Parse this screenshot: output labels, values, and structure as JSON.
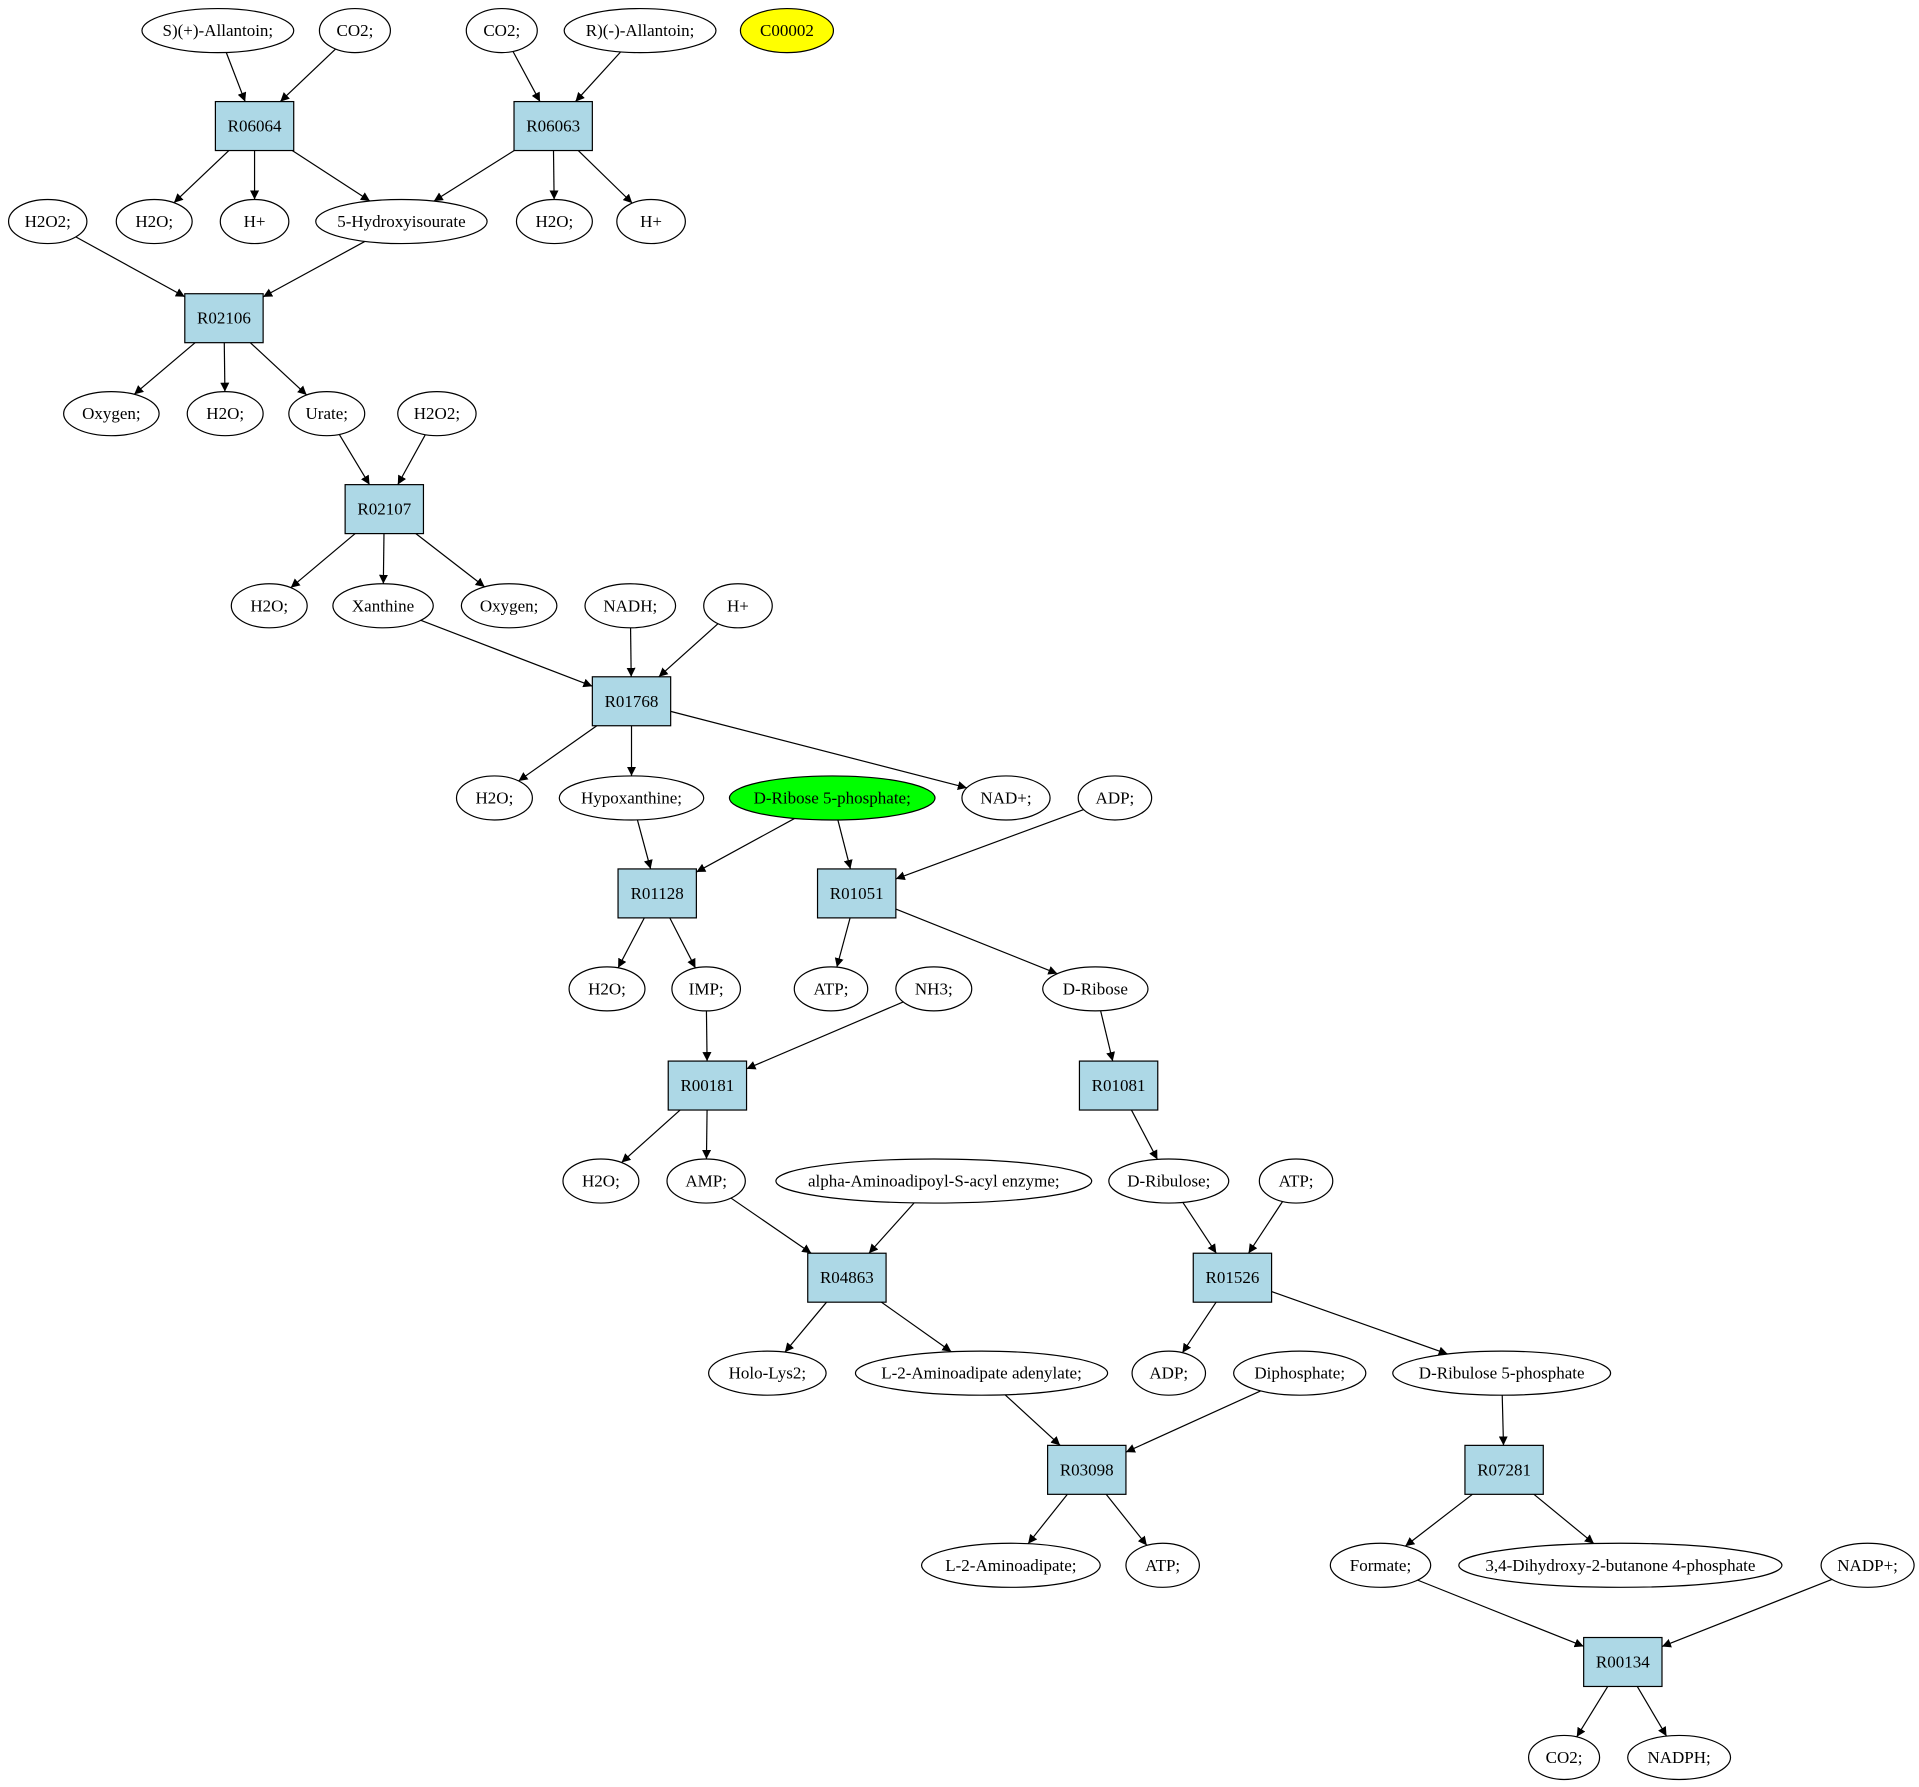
{
  "colors": {
    "reaction_fill": "#add8e6",
    "compound_fill": "#ffffff",
    "highlight_green": "#00ff00",
    "highlight_yellow": "#ffff00",
    "stroke": "#000000"
  },
  "reactions": [
    {
      "id": "R06064",
      "label": "R06064"
    },
    {
      "id": "R06063",
      "label": "R06063"
    },
    {
      "id": "R02106",
      "label": "R02106"
    },
    {
      "id": "R02107",
      "label": "R02107"
    },
    {
      "id": "R01768",
      "label": "R01768"
    },
    {
      "id": "R01128",
      "label": "R01128"
    },
    {
      "id": "R01051",
      "label": "R01051"
    },
    {
      "id": "R00181",
      "label": "R00181"
    },
    {
      "id": "R01081",
      "label": "R01081"
    },
    {
      "id": "R04863",
      "label": "R04863"
    },
    {
      "id": "R01526",
      "label": "R01526"
    },
    {
      "id": "R03098",
      "label": "R03098"
    },
    {
      "id": "R07281",
      "label": "R07281"
    },
    {
      "id": "R00134",
      "label": "R00134"
    }
  ],
  "compounds": [
    {
      "id": "s_allantoin",
      "label": "S)(+)-Allantoin;"
    },
    {
      "id": "co2_a",
      "label": "CO2;"
    },
    {
      "id": "co2_b",
      "label": "CO2;"
    },
    {
      "id": "r_allantoin",
      "label": "R)(-)-Allantoin;"
    },
    {
      "id": "c00002",
      "label": "C00002",
      "fill": "yellow"
    },
    {
      "id": "h2o2_a",
      "label": "H2O2;"
    },
    {
      "id": "h2o_a",
      "label": "H2O;"
    },
    {
      "id": "hplus_a",
      "label": "H+"
    },
    {
      "id": "hydroxyisourate",
      "label": "5-Hydroxyisourate"
    },
    {
      "id": "h2o_b",
      "label": "H2O;"
    },
    {
      "id": "hplus_b",
      "label": "H+"
    },
    {
      "id": "oxygen_a",
      "label": "Oxygen;"
    },
    {
      "id": "h2o_c",
      "label": "H2O;"
    },
    {
      "id": "urate",
      "label": "Urate;"
    },
    {
      "id": "h2o2_b",
      "label": "H2O2;"
    },
    {
      "id": "h2o_d",
      "label": "H2O;"
    },
    {
      "id": "xanthine",
      "label": "Xanthine"
    },
    {
      "id": "oxygen_b",
      "label": "Oxygen;"
    },
    {
      "id": "nadh",
      "label": "NADH;"
    },
    {
      "id": "hplus_c",
      "label": "H+"
    },
    {
      "id": "h2o_e",
      "label": "H2O;"
    },
    {
      "id": "hypoxanthine",
      "label": "Hypoxanthine;"
    },
    {
      "id": "ribose5p",
      "label": "D-Ribose 5-phosphate;",
      "fill": "green"
    },
    {
      "id": "nadplus",
      "label": "NAD+;"
    },
    {
      "id": "adp_a",
      "label": "ADP;"
    },
    {
      "id": "h2o_f",
      "label": "H2O;"
    },
    {
      "id": "imp",
      "label": "IMP;"
    },
    {
      "id": "atp_a",
      "label": "ATP;"
    },
    {
      "id": "nh3",
      "label": "NH3;"
    },
    {
      "id": "dribose",
      "label": "D-Ribose"
    },
    {
      "id": "h2o_g",
      "label": "H2O;"
    },
    {
      "id": "amp",
      "label": "AMP;"
    },
    {
      "id": "aminoadipoyl",
      "label": "alpha-Aminoadipoyl-S-acyl enzyme;"
    },
    {
      "id": "dribulose",
      "label": "D-Ribulose;"
    },
    {
      "id": "atp_b",
      "label": "ATP;"
    },
    {
      "id": "hololys2",
      "label": "Holo-Lys2;"
    },
    {
      "id": "aminoadipate_adenylate",
      "label": "L-2-Aminoadipate adenylate;"
    },
    {
      "id": "adp_b",
      "label": "ADP;"
    },
    {
      "id": "diphosphate",
      "label": "Diphosphate;"
    },
    {
      "id": "dribulose5p",
      "label": "D-Ribulose 5-phosphate"
    },
    {
      "id": "aminoadipate",
      "label": "L-2-Aminoadipate;"
    },
    {
      "id": "atp_c",
      "label": "ATP;"
    },
    {
      "id": "formate",
      "label": "Formate;"
    },
    {
      "id": "butanone",
      "label": "3,4-Dihydroxy-2-butanone 4-phosphate"
    },
    {
      "id": "nadpplus",
      "label": "NADP+;"
    },
    {
      "id": "co2_c",
      "label": "CO2;"
    },
    {
      "id": "nadph",
      "label": "NADPH;"
    }
  ],
  "edges": [
    [
      "s_allantoin",
      "R06064"
    ],
    [
      "co2_a",
      "R06064"
    ],
    [
      "co2_b",
      "R06063"
    ],
    [
      "r_allantoin",
      "R06063"
    ],
    [
      "R06064",
      "h2o_a"
    ],
    [
      "R06064",
      "hplus_a"
    ],
    [
      "R06064",
      "hydroxyisourate"
    ],
    [
      "R06063",
      "hydroxyisourate"
    ],
    [
      "R06063",
      "h2o_b"
    ],
    [
      "R06063",
      "hplus_b"
    ],
    [
      "h2o2_a",
      "R02106"
    ],
    [
      "hydroxyisourate",
      "R02106"
    ],
    [
      "R02106",
      "oxygen_a"
    ],
    [
      "R02106",
      "h2o_c"
    ],
    [
      "R02106",
      "urate"
    ],
    [
      "urate",
      "R02107"
    ],
    [
      "h2o2_b",
      "R02107"
    ],
    [
      "R02107",
      "h2o_d"
    ],
    [
      "R02107",
      "xanthine"
    ],
    [
      "R02107",
      "oxygen_b"
    ],
    [
      "xanthine",
      "R01768"
    ],
    [
      "nadh",
      "R01768"
    ],
    [
      "hplus_c",
      "R01768"
    ],
    [
      "R01768",
      "h2o_e"
    ],
    [
      "R01768",
      "hypoxanthine"
    ],
    [
      "R01768",
      "nadplus"
    ],
    [
      "hypoxanthine",
      "R01128"
    ],
    [
      "ribose5p",
      "R01128"
    ],
    [
      "ribose5p",
      "R01051"
    ],
    [
      "adp_a",
      "R01051"
    ],
    [
      "R01128",
      "h2o_f"
    ],
    [
      "R01128",
      "imp"
    ],
    [
      "R01051",
      "atp_a"
    ],
    [
      "R01051",
      "dribose"
    ],
    [
      "imp",
      "R00181"
    ],
    [
      "nh3",
      "R00181"
    ],
    [
      "dribose",
      "R01081"
    ],
    [
      "R00181",
      "h2o_g"
    ],
    [
      "R00181",
      "amp"
    ],
    [
      "R01081",
      "dribulose"
    ],
    [
      "amp",
      "R04863"
    ],
    [
      "aminoadipoyl",
      "R04863"
    ],
    [
      "dribulose",
      "R01526"
    ],
    [
      "atp_b",
      "R01526"
    ],
    [
      "R04863",
      "hololys2"
    ],
    [
      "R04863",
      "aminoadipate_adenylate"
    ],
    [
      "R01526",
      "adp_b"
    ],
    [
      "R01526",
      "dribulose5p"
    ],
    [
      "aminoadipate_adenylate",
      "R03098"
    ],
    [
      "diphosphate",
      "R03098"
    ],
    [
      "dribulose5p",
      "R07281"
    ],
    [
      "R03098",
      "aminoadipate"
    ],
    [
      "R03098",
      "atp_c"
    ],
    [
      "R07281",
      "formate"
    ],
    [
      "R07281",
      "butanone"
    ],
    [
      "formate",
      "R00134"
    ],
    [
      "nadpplus",
      "R00134"
    ],
    [
      "R00134",
      "co2_c"
    ],
    [
      "R00134",
      "nadph"
    ]
  ]
}
